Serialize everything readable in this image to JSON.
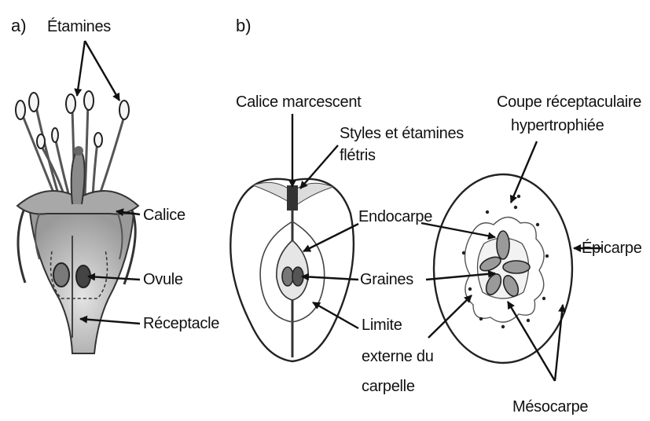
{
  "panels": {
    "a": "a)",
    "b": "b)"
  },
  "flower_labels": {
    "stamens": "Étamines",
    "calyx": "Calice",
    "ovule": "Ovule",
    "receptacle": "Réceptacle"
  },
  "fruit_long_labels": {
    "persistent_calyx": "Calice marcescent",
    "withered_1": "Styles et étamines",
    "withered_2": "flétris",
    "endocarp": "Endocarpe",
    "seeds": "Graines",
    "limit_1": "Limite",
    "limit_2": "externe du",
    "limit_3": "carpelle"
  },
  "fruit_cross_labels": {
    "cup_1": "Coupe réceptaculaire",
    "cup_2": "hypertrophiée",
    "epicarp": "Épicarpe",
    "mesocarp": "Mésocarpe"
  },
  "colors": {
    "ink": "#111111",
    "shade": "#bdbdbd",
    "light_shade": "#dcdcdc",
    "dark": "#333333"
  }
}
